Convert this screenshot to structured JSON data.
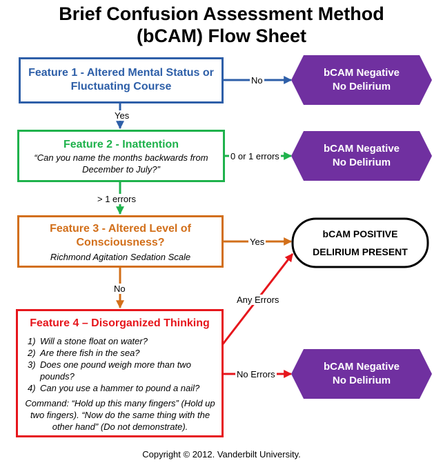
{
  "title": {
    "line1": "Brief Confusion Assessment Method",
    "line2": "(bCAM) Flow Sheet"
  },
  "feature1": {
    "line1": "Feature 1 - Altered Mental Status or",
    "line2": "Fluctuating Course"
  },
  "feature2": {
    "title": "Feature 2 - Inattention",
    "question_line1": "“Can you name the months backwards from",
    "question_line2": "December to July?”"
  },
  "feature3": {
    "line1": "Feature 3 - Altered Level of",
    "line2": "Consciousness?",
    "scale": "Richmond Agitation Sedation Scale"
  },
  "feature4": {
    "title": "Feature 4 – Disorganized Thinking",
    "questions": [
      {
        "num": "1)",
        "text": "Will a stone float on water?"
      },
      {
        "num": "2)",
        "text": "Are there fish in the sea?"
      },
      {
        "num": "3)",
        "text": "Does one pound weigh more than two pounds?"
      },
      {
        "num": "4)",
        "text": "Can you use a hammer to pound a nail?"
      }
    ],
    "command_line1": "Command: “Hold up this many fingers” (Hold up",
    "command_line2": "two fingers).  “Now do the same thing with the",
    "command_line3": "other hand” (Do not demonstrate)."
  },
  "outcomes": {
    "negative1": {
      "line1": "bCAM Negative",
      "line2": "No Delirium"
    },
    "negative2": {
      "line1": "bCAM Negative",
      "line2": "No Delirium"
    },
    "negative3": {
      "line1": "bCAM Negative",
      "line2": "No Delirium"
    },
    "positive": {
      "line1": "bCAM POSITIVE",
      "line2": "DELIRIUM PRESENT"
    }
  },
  "labels": {
    "f1_no": "No",
    "f1_yes": "Yes",
    "f2_ok": "0 or 1 errors",
    "f2_fail": "> 1 errors",
    "f3_yes": "Yes",
    "f3_no": "No",
    "f4_any": "Any Errors",
    "f4_none": "No Errors"
  },
  "footer": "Copyright © 2012. Vanderbilt University.",
  "colors": {
    "feature1": "#2e5fa8",
    "feature2": "#1fb24c",
    "feature3": "#d26f1a",
    "feature4": "#e6161c",
    "negative": "#7030a0"
  }
}
